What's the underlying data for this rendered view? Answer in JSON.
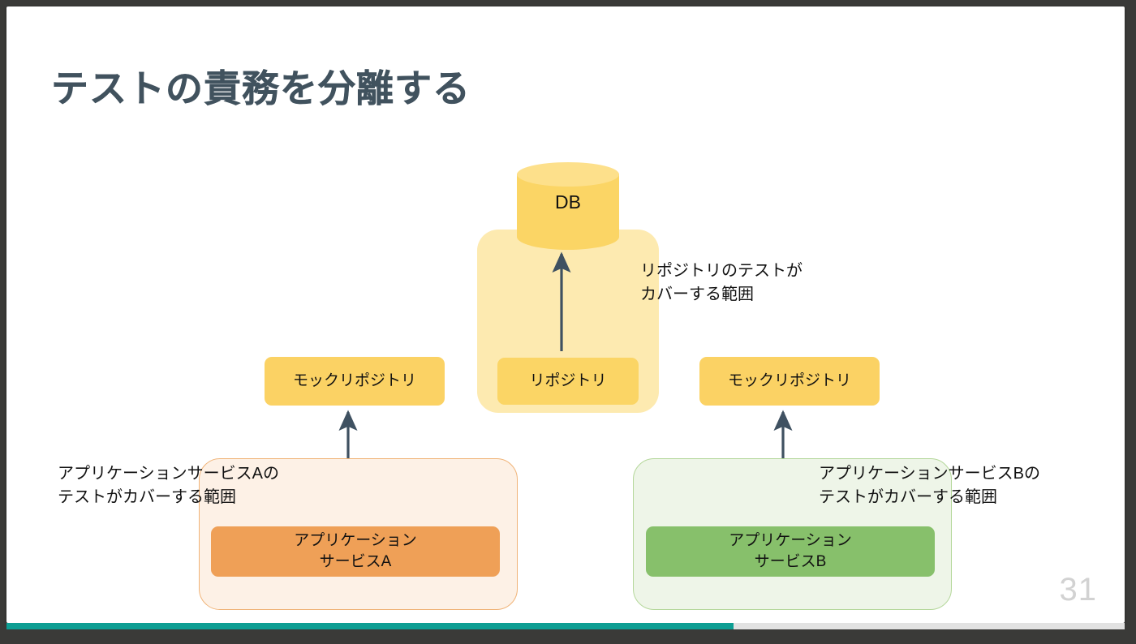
{
  "slide": {
    "title": "テストの責務を分離する",
    "page_number": "31",
    "progress_percent": 65,
    "colors": {
      "title_text": "#41525e",
      "db_body": "#FBD565",
      "db_top": "#FDE08B",
      "repository_zone": "#FDEAB0",
      "mock_box": "#FBD264",
      "service_a_box": "#EFA057",
      "service_a_zone": "#FDF1E6",
      "service_a_border": "#F0B377",
      "service_b_box": "#87C06B",
      "service_b_zone": "#EEF5E8",
      "service_b_border": "#B4D79A",
      "arrow": "#3F5161",
      "progress_fill": "#0E9E93",
      "progress_track": "#e2e2e2",
      "page_number": "#d2d2d2",
      "frame": "#3a3a38"
    }
  },
  "diagram": {
    "db": {
      "label": "DB",
      "icon": "database-cylinder-icon"
    },
    "repository": {
      "box_label": "リポジトリ",
      "zone_annotation": "リポジトリのテストが\nカバーする範囲"
    },
    "mock_left": {
      "label": "モックリポジトリ"
    },
    "mock_right": {
      "label": "モックリポジトリ"
    },
    "service_a": {
      "box_label": "アプリケーション\nサービスA",
      "zone_annotation": "アプリケーションサービスAの\nテストがカバーする範囲"
    },
    "service_b": {
      "box_label": "アプリケーション\nサービスB",
      "zone_annotation": "アプリケーションサービスBの\nテストがカバーする範囲"
    },
    "arrows": [
      {
        "name": "arrow-repository-to-db",
        "from": "リポジトリ",
        "to": "DB"
      },
      {
        "name": "arrow-service-a-to-mock-left",
        "from": "アプリケーションサービスA",
        "to": "モックリポジトリ"
      },
      {
        "name": "arrow-service-b-to-mock-right",
        "from": "アプリケーションサービスB",
        "to": "モックリポジトリ"
      }
    ]
  }
}
